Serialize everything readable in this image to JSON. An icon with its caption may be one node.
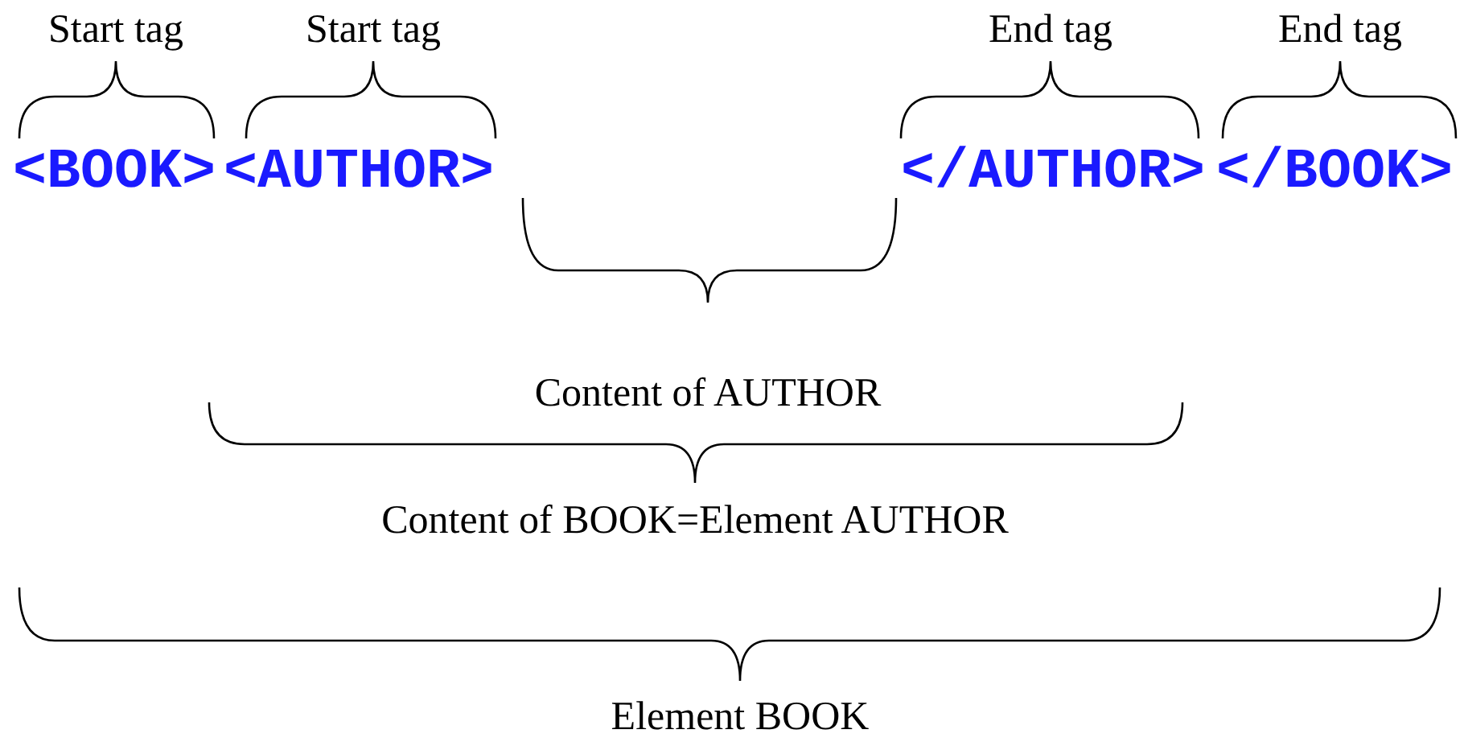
{
  "diagram": {
    "labels": [
      "Start tag",
      "Start tag",
      "End tag",
      "End tag",
      "<BOOK>",
      "<AUTHOR>",
      "</AUTHOR>",
      "</BOOK>",
      "Content of AUTHOR",
      "Content of BOOK=Element AUTHOR",
      "Element BOOK"
    ]
  }
}
